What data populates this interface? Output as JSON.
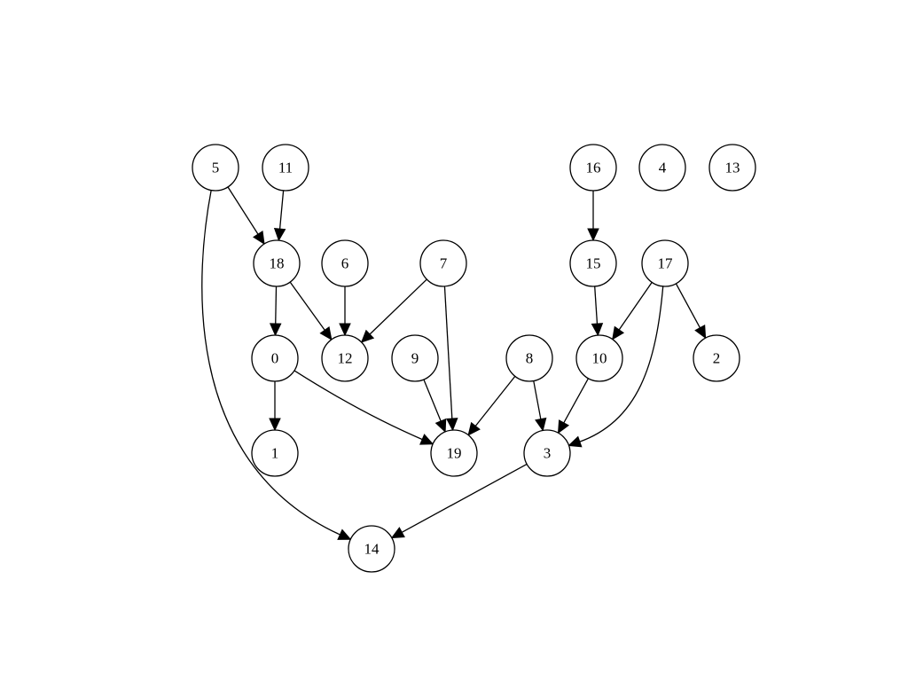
{
  "graph": {
    "nodes": [
      {
        "id": "5",
        "label": "5"
      },
      {
        "id": "11",
        "label": "11"
      },
      {
        "id": "16",
        "label": "16"
      },
      {
        "id": "4",
        "label": "4"
      },
      {
        "id": "13",
        "label": "13"
      },
      {
        "id": "18",
        "label": "18"
      },
      {
        "id": "6",
        "label": "6"
      },
      {
        "id": "7",
        "label": "7"
      },
      {
        "id": "15",
        "label": "15"
      },
      {
        "id": "17",
        "label": "17"
      },
      {
        "id": "0",
        "label": "0"
      },
      {
        "id": "12",
        "label": "12"
      },
      {
        "id": "9",
        "label": "9"
      },
      {
        "id": "8",
        "label": "8"
      },
      {
        "id": "10",
        "label": "10"
      },
      {
        "id": "2",
        "label": "2"
      },
      {
        "id": "1",
        "label": "1"
      },
      {
        "id": "19",
        "label": "19"
      },
      {
        "id": "3",
        "label": "3"
      },
      {
        "id": "14",
        "label": "14"
      }
    ],
    "edges": [
      {
        "from": "5",
        "to": "18"
      },
      {
        "from": "5",
        "to": "14"
      },
      {
        "from": "11",
        "to": "18"
      },
      {
        "from": "16",
        "to": "15"
      },
      {
        "from": "18",
        "to": "0"
      },
      {
        "from": "18",
        "to": "12"
      },
      {
        "from": "6",
        "to": "12"
      },
      {
        "from": "7",
        "to": "12"
      },
      {
        "from": "7",
        "to": "19"
      },
      {
        "from": "15",
        "to": "10"
      },
      {
        "from": "17",
        "to": "10"
      },
      {
        "from": "17",
        "to": "2"
      },
      {
        "from": "17",
        "to": "3"
      },
      {
        "from": "0",
        "to": "1"
      },
      {
        "from": "0",
        "to": "19"
      },
      {
        "from": "9",
        "to": "19"
      },
      {
        "from": "8",
        "to": "19"
      },
      {
        "from": "8",
        "to": "3"
      },
      {
        "from": "10",
        "to": "3"
      },
      {
        "from": "3",
        "to": "14"
      }
    ]
  }
}
